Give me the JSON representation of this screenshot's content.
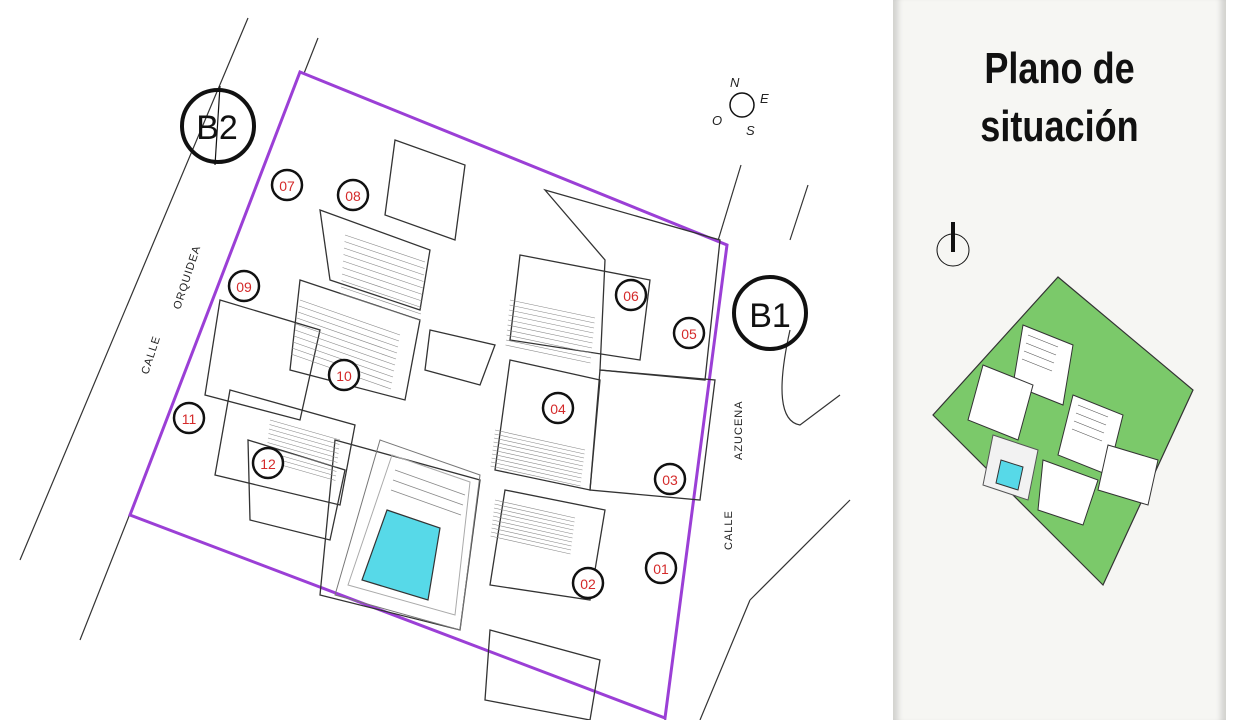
{
  "panel": {
    "title_line1": "Plano de",
    "title_line2": "situación"
  },
  "streets": {
    "left_word1": "CALLE",
    "left_word2": "ORQUIDEA",
    "right_word1": "AZUCENA",
    "right_word2": "CALLE"
  },
  "sections": {
    "b1": "B1",
    "b2": "B2"
  },
  "compass": {
    "n": "N",
    "e": "E",
    "s": "S",
    "o": "O"
  },
  "units": [
    "01",
    "02",
    "03",
    "04",
    "05",
    "06",
    "07",
    "08",
    "09",
    "10",
    "11",
    "12"
  ],
  "colors": {
    "boundary": "#9b3fd6",
    "unit_label": "#d42a2a",
    "pool_water": "#57d9e8",
    "site_green": "#7bc96a"
  }
}
